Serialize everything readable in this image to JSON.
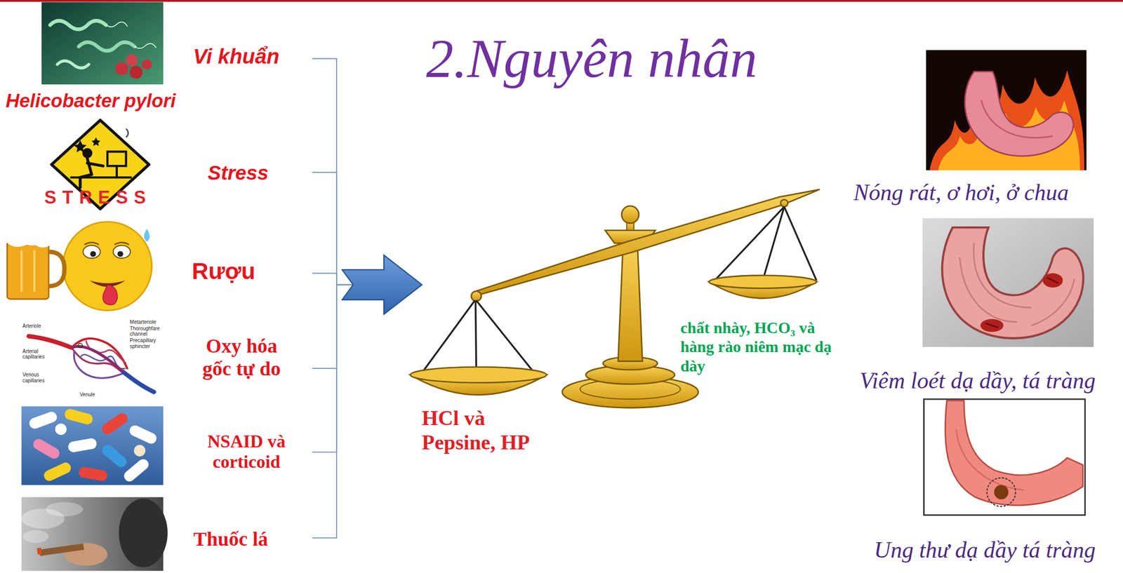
{
  "diagram": {
    "title": "2.Nguyên nhân",
    "nodes": [
      {
        "text": [
          "Vi khuẩn",
          "Helicobacter pylori"
        ]
      },
      {
        "text": [
          "Stress"
        ]
      },
      {
        "text": [
          "Rượu"
        ]
      },
      {
        "text": [
          "Oxy hóa gốc tự do"
        ]
      },
      {
        "text": [
          "NSAID và corticoid"
        ]
      },
      {
        "text": [
          "Thuốc lá"
        ]
      },
      {
        "text": [
          "HCl và Pepsine, HP"
        ]
      },
      {
        "text": [
          "chất nhày, HCO₃ và hàng rào niêm mạc dạ dày"
        ]
      },
      {
        "text": [
          "Nóng rát, ơ hơi, ở chua"
        ]
      },
      {
        "text": [
          "Viêm loét dạ dầy, tá tràng"
        ]
      },
      {
        "text": [
          "Ung thư dạ dầy tá tràng"
        ]
      }
    ],
    "edges": [
      {
        "from": 0,
        "to": 6,
        "arrow": "to"
      },
      {
        "from": 1,
        "to": 6,
        "arrow": "to"
      },
      {
        "from": 2,
        "to": 6,
        "arrow": "to"
      },
      {
        "from": 3,
        "to": 6,
        "arrow": "to"
      },
      {
        "from": 4,
        "to": 6,
        "arrow": "to"
      },
      {
        "from": 5,
        "to": 6,
        "arrow": "to"
      }
    ],
    "labels": [
      "STRESS",
      "Arteriole",
      "Metarteriole",
      "Thoroughfare channel",
      "Precapillary sphincter",
      "Arterial capillaries",
      "Venous capillaries",
      "Venule"
    ]
  }
}
